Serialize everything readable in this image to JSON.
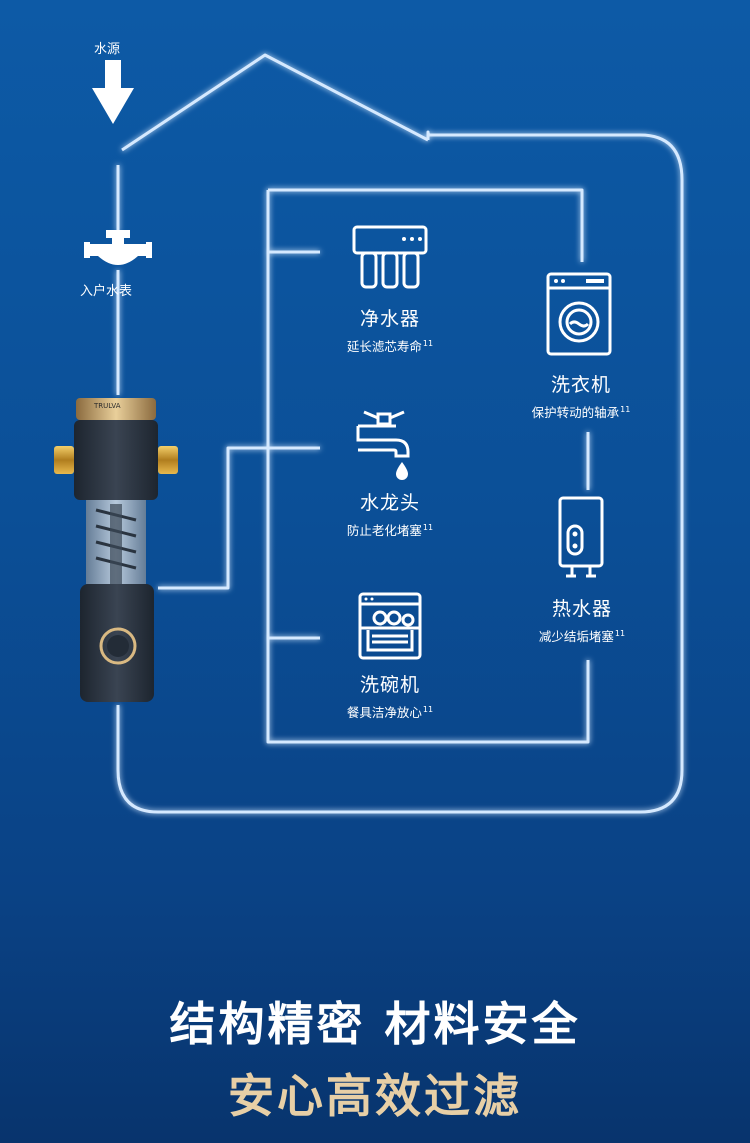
{
  "source": {
    "label": "水源"
  },
  "meter": {
    "label": "入户水表"
  },
  "filter": {
    "brand": "TRULVA",
    "device": "pre-filter-device"
  },
  "appliances": [
    {
      "name": "净水器",
      "desc": "延长滤芯寿命",
      "note": "11",
      "icon": "water-purifier-icon"
    },
    {
      "name": "水龙头",
      "desc": "防止老化堵塞",
      "note": "11",
      "icon": "faucet-icon"
    },
    {
      "name": "洗碗机",
      "desc": "餐具洁净放心",
      "note": "11",
      "icon": "dishwasher-icon"
    },
    {
      "name": "洗衣机",
      "desc": "保护转动的轴承",
      "note": "11",
      "icon": "washing-machine-icon"
    },
    {
      "name": "热水器",
      "desc": "减少结垢堵塞",
      "note": "11",
      "icon": "water-heater-icon"
    }
  ],
  "headline": {
    "line1": "结构精密 材料安全",
    "line2": "安心高效过滤"
  },
  "colors": {
    "background": "#0b4f97",
    "pipe": "#cfe6ff",
    "gold": "#e7cfa6"
  }
}
